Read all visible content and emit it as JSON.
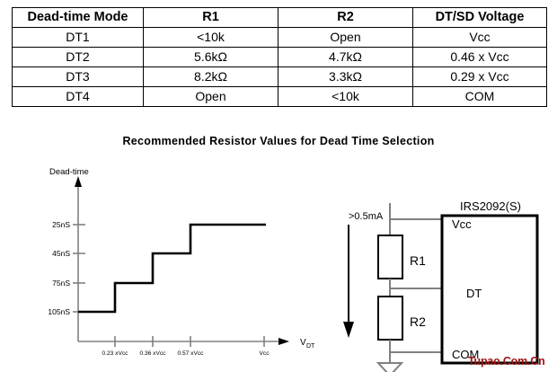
{
  "table": {
    "headers": [
      "Dead-time Mode",
      "R1",
      "R2",
      "DT/SD Voltage"
    ],
    "rows": [
      [
        "DT1",
        "<10k",
        "Open",
        "Vcc"
      ],
      [
        "DT2",
        "5.6kΩ",
        "4.7kΩ",
        "0.46 x Vcc"
      ],
      [
        "DT3",
        "8.2kΩ",
        "3.3kΩ",
        "0.29 x Vcc"
      ],
      [
        "DT4",
        "Open",
        "<10k",
        "COM"
      ]
    ]
  },
  "caption": "Recommended Resistor Values for Dead Time Selection",
  "chart_data": {
    "type": "line",
    "title": "",
    "xlabel": "V",
    "xlabel_sub": "DT",
    "ylabel": "Dead-time",
    "ytick_labels": [
      "25nS",
      "45nS",
      "75nS",
      "105nS"
    ],
    "ytick_values": [
      25,
      45,
      75,
      105
    ],
    "xtick_labels": [
      "0.23 xVcc",
      "0.36 xVcc",
      "0.57 xVcc",
      "Vcc"
    ],
    "x": [
      0,
      0.23,
      0.23,
      0.36,
      0.36,
      0.57,
      0.57,
      1.0
    ],
    "values": [
      105,
      105,
      75,
      75,
      45,
      45,
      25,
      25
    ],
    "grid": false,
    "legend": "none",
    "note": "Dead-time decreases in steps as V_DT increases; 105nS below 0.23xVcc, 75nS to 0.36xVcc, 45nS to 0.57xVcc, 25nS above."
  },
  "circuit": {
    "ic_label": "IRS2092(S)",
    "pins": [
      "Vcc",
      "DT",
      "COM"
    ],
    "resistors": [
      "R1",
      "R2"
    ],
    "current_label": ">0.5mA"
  },
  "watermark": "Tupao.Com.Cn",
  "colors": {
    "ink": "#000000",
    "wire": "#808080",
    "watermark": "#9e1212"
  }
}
